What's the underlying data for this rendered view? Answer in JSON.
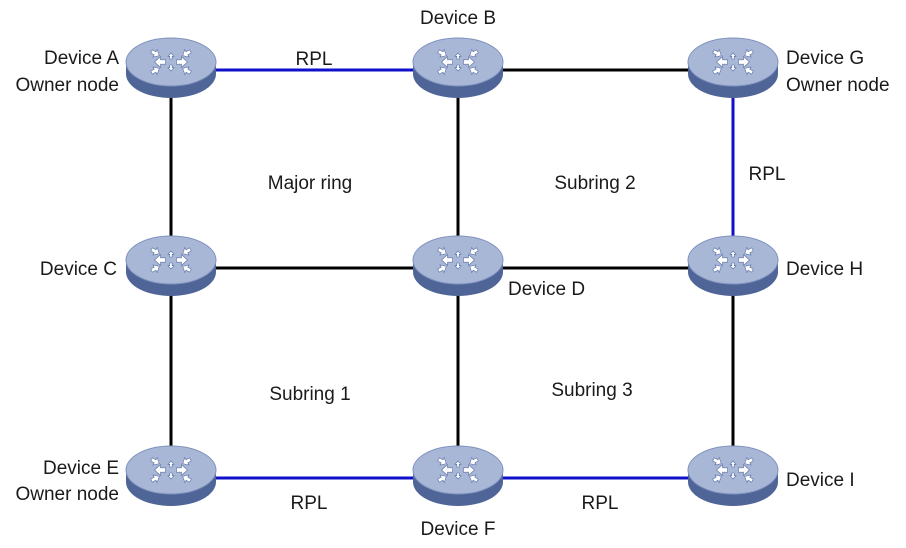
{
  "colors": {
    "link_normal": "#000000",
    "link_rpl": "#1010c8",
    "router_top": "#a9b7d6",
    "router_side": "#4f6497",
    "router_arrow": "#ffffff"
  },
  "icon": "router-icon",
  "devices": {
    "a": {
      "name": "Device A",
      "role": "Owner node"
    },
    "b": {
      "name": "Device B"
    },
    "c": {
      "name": "Device C"
    },
    "d": {
      "name": "Device D"
    },
    "e": {
      "name": "Device E",
      "role": "Owner node"
    },
    "f": {
      "name": "Device F"
    },
    "g": {
      "name": "Device G",
      "role": "Owner node"
    },
    "h": {
      "name": "Device H"
    },
    "i": {
      "name": "Device I"
    }
  },
  "links": [
    {
      "from": "a",
      "to": "b",
      "rpl": true
    },
    {
      "from": "b",
      "to": "g",
      "rpl": false
    },
    {
      "from": "a",
      "to": "c",
      "rpl": false
    },
    {
      "from": "b",
      "to": "d",
      "rpl": false
    },
    {
      "from": "g",
      "to": "h",
      "rpl": true
    },
    {
      "from": "c",
      "to": "d",
      "rpl": false
    },
    {
      "from": "d",
      "to": "h",
      "rpl": false
    },
    {
      "from": "c",
      "to": "e",
      "rpl": false
    },
    {
      "from": "d",
      "to": "f",
      "rpl": false
    },
    {
      "from": "h",
      "to": "i",
      "rpl": false
    },
    {
      "from": "e",
      "to": "f",
      "rpl": true
    },
    {
      "from": "f",
      "to": "i",
      "rpl": true
    }
  ],
  "rpl_label": "RPL",
  "rings": {
    "major": "Major ring",
    "subring1": "Subring 1",
    "subring2": "Subring 2",
    "subring3": "Subring 3"
  }
}
